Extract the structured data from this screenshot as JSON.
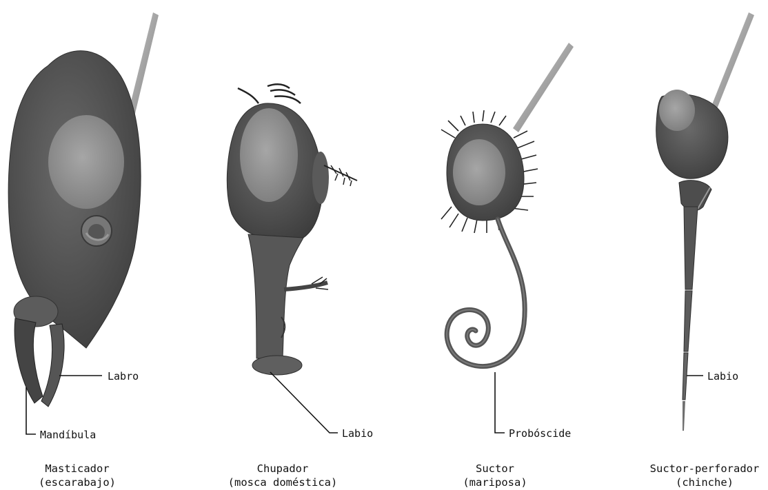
{
  "panels": [
    {
      "id": "masticador",
      "title": "Masticador",
      "subtitle": "(escarabajo)",
      "labels": [
        "Labro",
        "Mandíbula"
      ]
    },
    {
      "id": "chupador",
      "title": "Chupador",
      "subtitle": "(mosca doméstica)",
      "labels": [
        "Labio"
      ]
    },
    {
      "id": "suctor",
      "title": "Suctor",
      "subtitle": "(mariposa)",
      "labels": [
        "Probóscide"
      ]
    },
    {
      "id": "suctor-perforador",
      "title": "Suctor-perforador",
      "subtitle": "(chinche)",
      "labels": [
        "Labio"
      ]
    }
  ],
  "colors": {
    "head_dark": "#4a4a4a",
    "head_mid": "#5f5f5f",
    "eye": "#8f8f8f",
    "eye_light": "#a8a8a8",
    "line": "#111111"
  }
}
